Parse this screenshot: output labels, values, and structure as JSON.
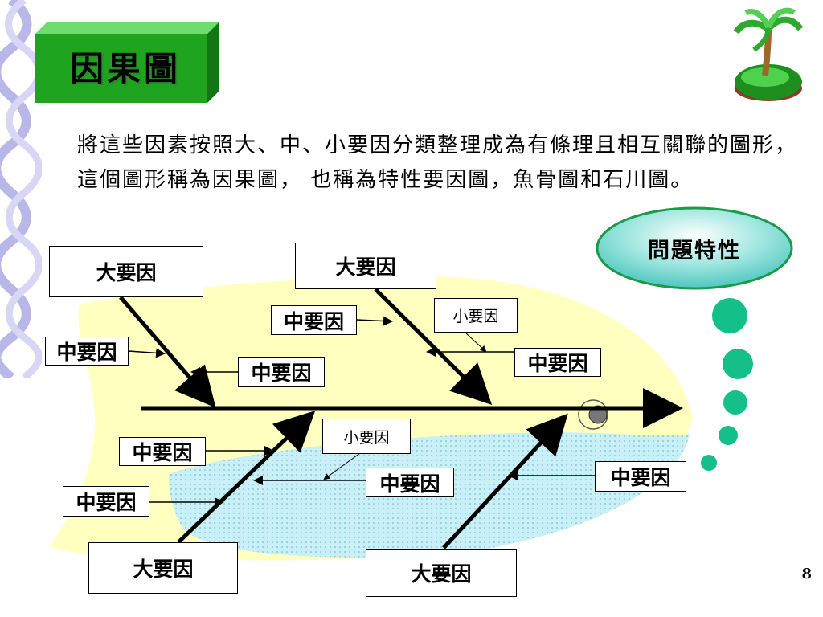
{
  "slide": {
    "title": "因果圖",
    "paragraph": "將這些因素按照大、中、小要因分類整理成為有條理且相互關聯的圖形，這個圖形稱為因果圖， 也稱為特性要因圖，魚骨圖和石川圖。",
    "page_number": "8"
  },
  "diagram": {
    "effect": "問題特性",
    "major_causes": [
      {
        "label": "大要因"
      },
      {
        "label": "大要因"
      },
      {
        "label": "大要因"
      },
      {
        "label": "大要因"
      }
    ],
    "middle_causes": [
      {
        "label": "中要因"
      },
      {
        "label": "中要因"
      },
      {
        "label": "中要因"
      },
      {
        "label": "中要因"
      },
      {
        "label": "中要因"
      },
      {
        "label": "中要因"
      },
      {
        "label": "中要因"
      },
      {
        "label": "中要因"
      }
    ],
    "minor_causes": [
      {
        "label": "小要因"
      },
      {
        "label": "小要因"
      }
    ]
  },
  "colors": {
    "title_green": "#1fa41f",
    "fish_body": "#ffffbf",
    "fish_belly": "#c9f0f7",
    "bubble_green": "#14bf8a",
    "ellipse_fill": "#6ed6cf"
  }
}
